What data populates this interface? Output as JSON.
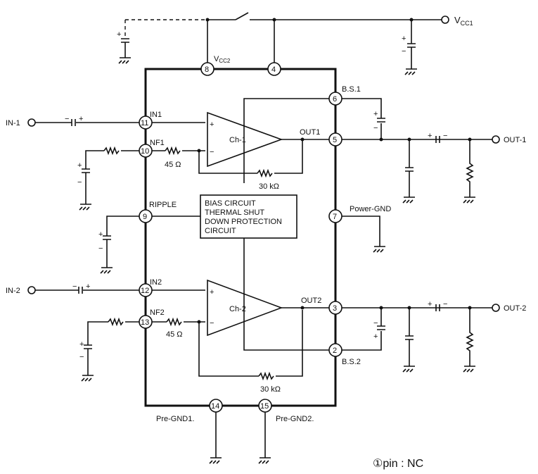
{
  "labels": {
    "vcc1": "V",
    "vcc1_sub": "CC1",
    "vcc2": "V",
    "vcc2_sub": "CC2",
    "in1": "IN-1",
    "in2": "IN-2",
    "out1": "OUT-1",
    "out2": "OUT-2",
    "pin_in1": "IN1",
    "pin_in2": "IN2",
    "pin_nf1": "NF1",
    "pin_nf2": "NF2",
    "pin_ripple": "RIPPLE",
    "pin_bs1": "B.S.1",
    "pin_bs2": "B.S.2",
    "pin_out1": "OUT1",
    "pin_out2": "OUT2",
    "power_gnd": "Power-GND",
    "pre_gnd1": "Pre-GND1.",
    "pre_gnd2": "Pre-GND2.",
    "ch1": "Ch-1",
    "ch2": "Ch-2",
    "r45_top": "45 Ω",
    "r45_bottom": "45 Ω",
    "r30_top": "30 kΩ",
    "r30_bottom": "30 kΩ",
    "bias_line1": "BIAS CIRCUIT",
    "bias_line2": "THERMAL SHUT",
    "bias_line3": "DOWN PROTECTION",
    "bias_line4": "CIRCUIT",
    "plus": "+",
    "minus": "−"
  },
  "pins": {
    "p1_note": "①pin : NC",
    "p2": "2",
    "p3": "3",
    "p4": "4",
    "p5": "5",
    "p6": "6",
    "p7": "7",
    "p8": "8",
    "p9": "9",
    "p10": "10",
    "p11": "11",
    "p12": "12",
    "p13": "13",
    "p14": "14",
    "p15": "15"
  }
}
